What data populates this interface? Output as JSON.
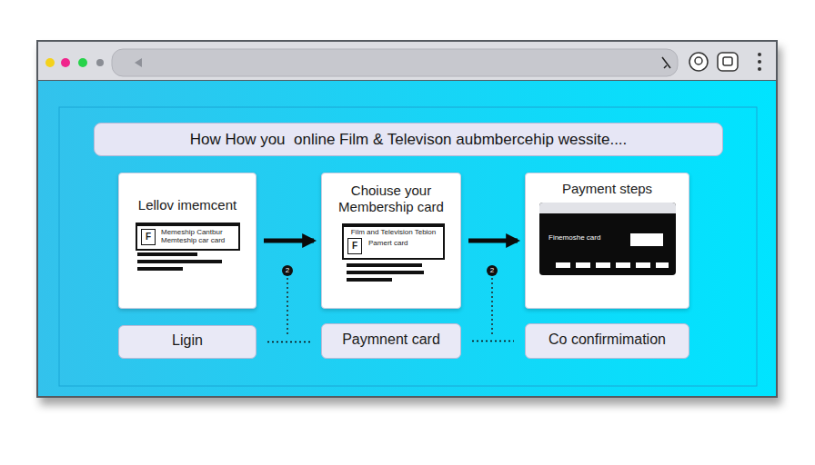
{
  "diagram": {
    "title": "How How you  online Film & Televison aubmbercehip wessite....",
    "nodes": [
      {
        "text": [
          "Lellov imemcent"
        ]
      },
      {
        "text": [
          "Memeship Cantbur Memteship car card"
        ],
        "in": 0
      },
      {
        "text": [
          "F"
        ],
        "in": 1
      },
      {
        "text": [
          "Choiuse your Membership card"
        ]
      },
      {
        "text": [
          "Film and Television Tebion",
          "Pamert card"
        ],
        "in": 3
      },
      {
        "text": [
          "F"
        ],
        "in": 4
      },
      {
        "text": [
          "Payment steps"
        ]
      },
      {
        "text": [
          "Finemoshe card"
        ],
        "in": 6
      },
      {
        "text": [
          "Ligin"
        ]
      },
      {
        "text": [
          "Paymnent card"
        ]
      },
      {
        "text": [
          "Co confirmimation"
        ]
      }
    ],
    "edges": [
      {
        "from": 0,
        "to": 3,
        "arrow": "to"
      },
      {
        "from": 3,
        "to": 6,
        "arrow": "to"
      },
      {
        "from": 8,
        "to": 9,
        "arrow": "none"
      },
      {
        "from": 9,
        "to": 10,
        "arrow": "none"
      }
    ],
    "labels": [
      "2",
      "2"
    ]
  }
}
